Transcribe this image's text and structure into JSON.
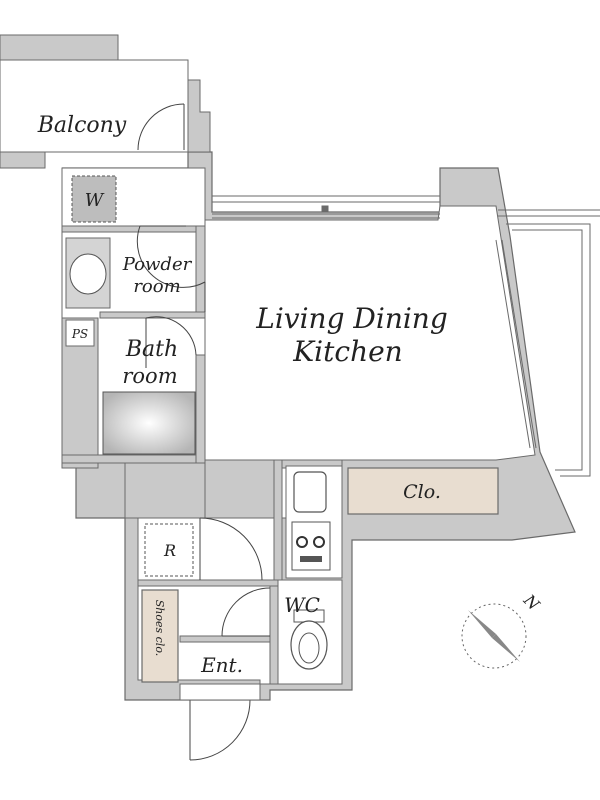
{
  "rooms": {
    "balcony": "Balcony",
    "washer": "W",
    "powder_room_line1": "Powder",
    "powder_room_line2": "room",
    "pipe_space": "PS",
    "bath_room_line1": "Bath",
    "bath_room_line2": "room",
    "living_dining_kitchen_line1": "Living Dining",
    "living_dining_kitchen_line2": "Kitchen",
    "closet": "Clo.",
    "refrigerator": "R",
    "wc": "WC",
    "shoes_closet": "Shoes clo.",
    "entrance": "Ent."
  },
  "compass": {
    "north_label": "N"
  },
  "colors": {
    "wall_fill": "#c9c9c9",
    "wall_stroke": "#6a6a6a",
    "closet_fill": "#e8ddd0",
    "floor": "#ffffff",
    "text": "#222222"
  }
}
